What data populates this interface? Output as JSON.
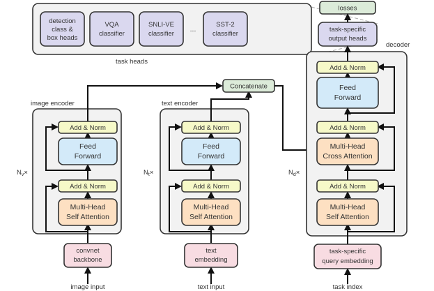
{
  "task_heads": {
    "label": "task heads",
    "detection": [
      "detection",
      "class &",
      "box heads"
    ],
    "vqa": [
      "VQA",
      "classifier"
    ],
    "snli": [
      "SNLI-VE",
      "classifier"
    ],
    "ellipsis": "...",
    "sst2": [
      "SST-2",
      "classifier"
    ]
  },
  "losses": "losses",
  "output_heads": [
    "task-specific",
    "output heads"
  ],
  "decoder_label": "decoder",
  "image_encoder": {
    "title": "image encoder",
    "repeat_n": "N",
    "repeat_sub": "v",
    "repeat_x": "×",
    "add_norm": "Add & Norm",
    "ffn": [
      "Feed",
      "Forward"
    ],
    "attn": [
      "Multi-Head",
      "Self Attention"
    ],
    "backbone": [
      "convnet",
      "backbone"
    ],
    "input": "image input"
  },
  "text_encoder": {
    "title": "text encoder",
    "repeat_n": "N",
    "repeat_sub": "t",
    "repeat_x": "×",
    "add_norm": "Add & Norm",
    "ffn": [
      "Feed",
      "Forward"
    ],
    "attn": [
      "Multi-Head",
      "Self Attention"
    ],
    "embedding": [
      "text",
      "embedding"
    ],
    "input": "text input"
  },
  "concatenate": "Concatenate",
  "decoder": {
    "repeat_n": "N",
    "repeat_sub": "d",
    "repeat_x": "×",
    "add_norm": "Add & Norm",
    "ffn": [
      "Feed",
      "Forward"
    ],
    "cross_attn": [
      "Multi-Head",
      "Cross Attention"
    ],
    "self_attn": [
      "Multi-Head",
      "Self Attention"
    ],
    "query": [
      "task-specific",
      "query embedding"
    ],
    "input": "task index"
  },
  "colors": {
    "yellow": "#f6f9c8",
    "blue": "#d3eaf9",
    "orange": "#fde0c2",
    "pink": "#f8dce2",
    "green": "#dcebd9",
    "purple": "#dad8ef",
    "gray": "#f2f2f2",
    "stroke": "#333333",
    "dash": "#aaaaaa"
  }
}
